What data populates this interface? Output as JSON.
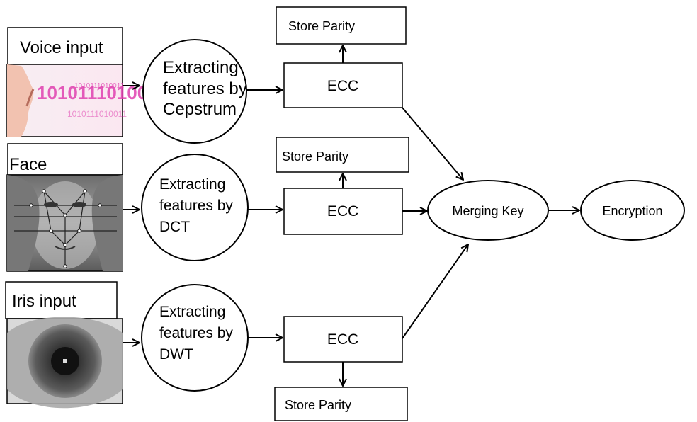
{
  "diagram": {
    "inputs": {
      "voice": {
        "label": "Voice input",
        "icon": "voice-speech-icon"
      },
      "face": {
        "label": "Face",
        "icon": "face-landmarks-icon"
      },
      "iris": {
        "label": "Iris input",
        "icon": "iris-eye-icon"
      }
    },
    "voice_bits": "1010111010011",
    "extract_voice": [
      "Extracting",
      "features by",
      "Cepstrum"
    ],
    "extract_face": [
      "Extracting",
      "features by",
      "DCT"
    ],
    "extract_iris": [
      "Extracting",
      "features by",
      "DWT"
    ],
    "ecc_label": "ECC",
    "store_parity_label": "Store Parity",
    "merge_label": "Merging Key",
    "encrypt_label": "Encryption",
    "colors": {
      "voice_bits": "#e040b0",
      "skin": "#f2c2b0",
      "iris_dark": "#2b2b2b",
      "face_gray": "#8d8d8d"
    }
  }
}
